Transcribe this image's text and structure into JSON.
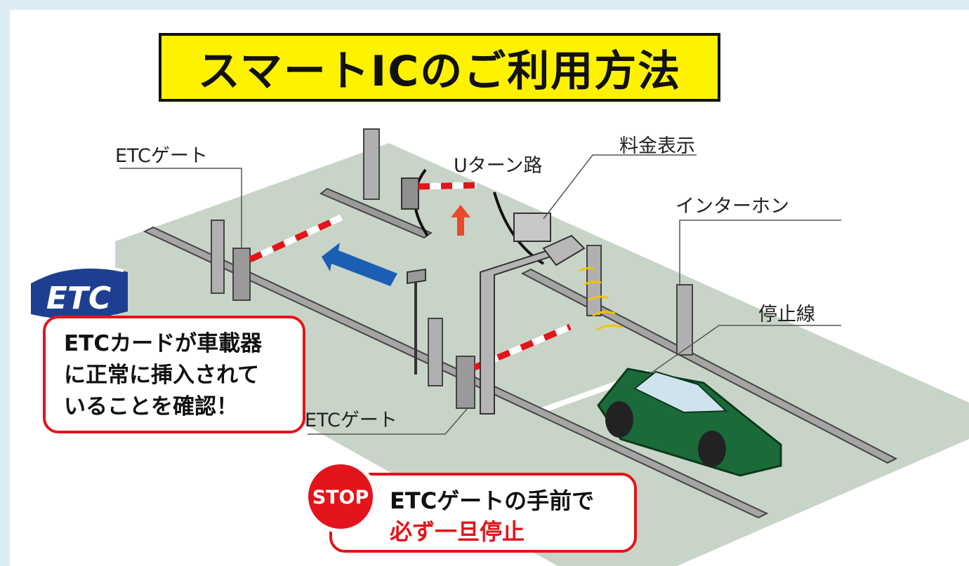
{
  "title": "スマートICのご利用方法",
  "labels": {
    "etc_gate_top": "ETCゲート",
    "etc_gate_bottom": "ETCゲート",
    "u_turn": "Uターン路",
    "fee_display": "料金表示",
    "intercom": "インターホン",
    "stop_line": "停止線"
  },
  "etc_logo_text": "ETC",
  "notice": {
    "line1": "ETCカードが車載器",
    "line2": "に正常に挿入されて",
    "line3": "いることを確認！"
  },
  "stop": {
    "sign_text": "STOP",
    "line1": "ETCゲートの手前で",
    "line2": "必ず一旦停止"
  },
  "colors": {
    "title_bg": "#fff200",
    "road": "#c9d4c8",
    "car": "#1b6b3a",
    "accent_red": "#e3141b",
    "arrow_blue": "#1a5fb4",
    "etc_blue": "#1e3f8f"
  }
}
